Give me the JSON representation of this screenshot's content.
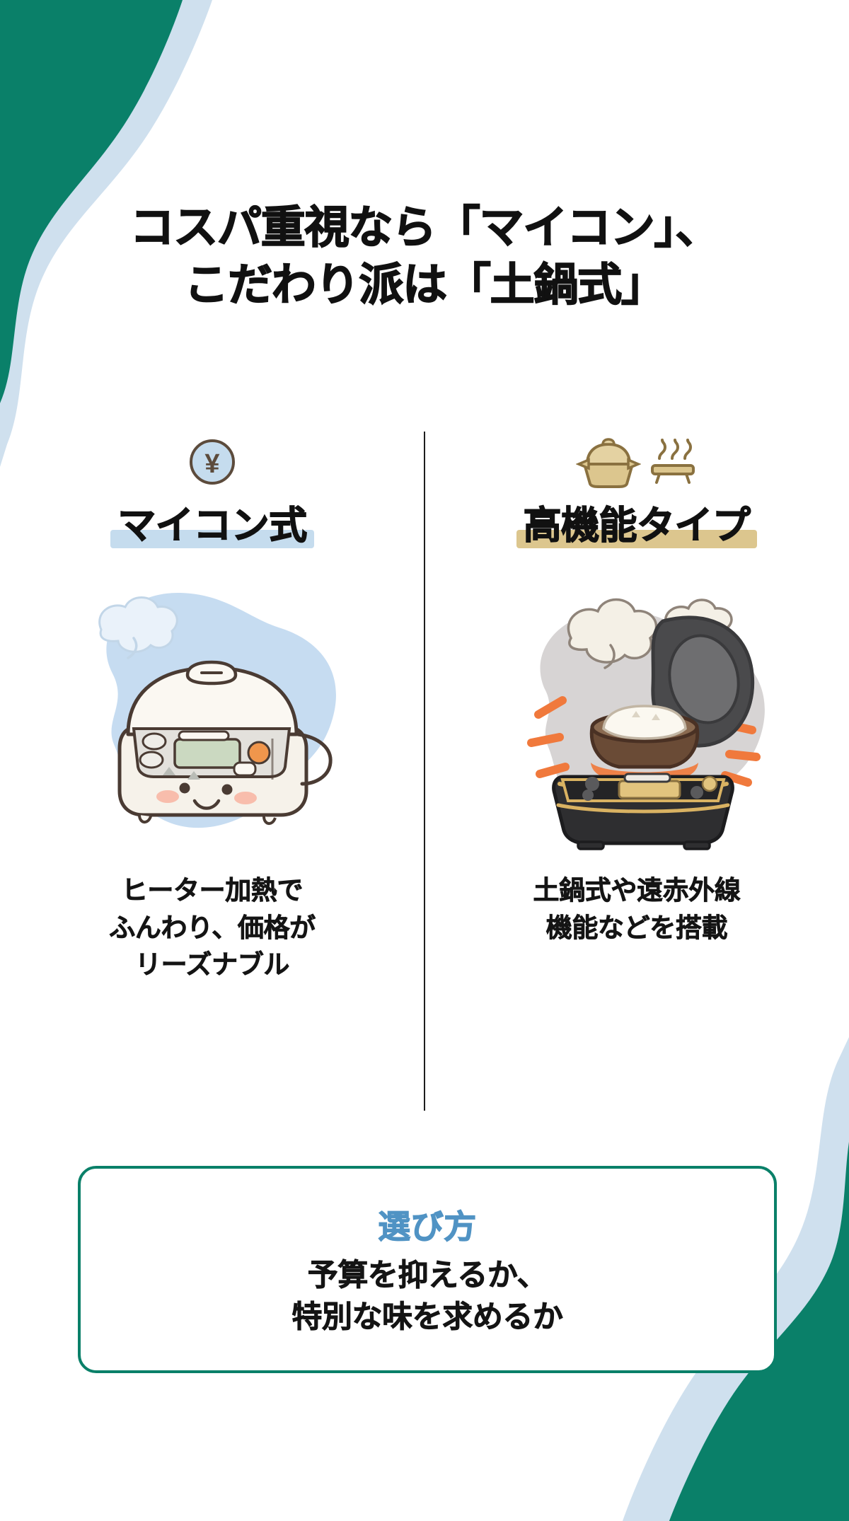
{
  "theme": {
    "teal": "#0A8069",
    "pale_blue": "#CFE0EE",
    "accent_blue": "#5093C4",
    "highlight_blue": "#C5DCEE",
    "highlight_tan": "#DCC68E",
    "ink": "#141414",
    "background": "#FFFFFF"
  },
  "title": {
    "line1": "コスパ重視なら「マイコン」、",
    "line2": "こだわり派は「土鍋式」"
  },
  "columns": [
    {
      "id": "micom",
      "icon_name": "yen-coin-icon",
      "icon_glyph": "¥",
      "heading": "マイコン式",
      "highlight_color": "#C5DCEE",
      "illustration_name": "white-rice-cooker-illustration",
      "caption_lines": [
        "ヒーター加熱で",
        "ふんわり、価格が",
        "リーズナブル"
      ]
    },
    {
      "id": "high-function",
      "icon_name": "donabe-clay-pot-icon",
      "icon_glyph_secondary_name": "steam-heat-icon",
      "heading": "高機能タイプ",
      "highlight_color": "#DCC68E",
      "illustration_name": "black-gold-rice-cooker-illustration",
      "caption_lines": [
        "土鍋式や遠赤外線",
        "機能などを搭載"
      ]
    }
  ],
  "tip": {
    "title": "選び方",
    "body_lines": [
      "予算を抑えるか、",
      "特別な味を求めるか"
    ]
  }
}
